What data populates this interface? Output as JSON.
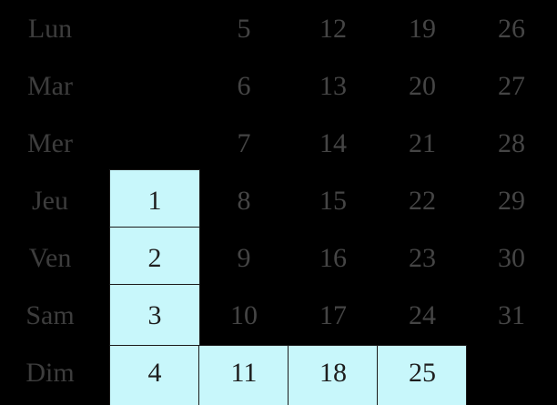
{
  "calendar": {
    "locale_language": "French",
    "day_labels": [
      "Lun",
      "Mar",
      "Mer",
      "Jeu",
      "Ven",
      "Sam",
      "Dim"
    ],
    "weeks_count": 5,
    "rows": [
      {
        "day_label": "Lun",
        "dates": [
          "",
          "5",
          "12",
          "19",
          "26"
        ]
      },
      {
        "day_label": "Mar",
        "dates": [
          "",
          "6",
          "13",
          "20",
          "27"
        ]
      },
      {
        "day_label": "Mer",
        "dates": [
          "",
          "7",
          "14",
          "21",
          "28"
        ]
      },
      {
        "day_label": "Jeu",
        "dates": [
          "1",
          "8",
          "15",
          "22",
          "29"
        ]
      },
      {
        "day_label": "Ven",
        "dates": [
          "2",
          "9",
          "16",
          "23",
          "30"
        ]
      },
      {
        "day_label": "Sam",
        "dates": [
          "3",
          "10",
          "17",
          "24",
          "31"
        ]
      },
      {
        "day_label": "Dim",
        "dates": [
          "4",
          "11",
          "18",
          "25",
          ""
        ]
      }
    ],
    "highlighted_dates": [
      "1",
      "2",
      "3",
      "4",
      "11",
      "18",
      "25"
    ],
    "colors": {
      "background": "#000000",
      "highlight_fill": "#c8f7fb",
      "highlight_border": "#1b1b1b",
      "day_label_text": "#3d3d3d",
      "date_text": "#454545",
      "highlighted_date_text": "#1e1e1e"
    }
  }
}
